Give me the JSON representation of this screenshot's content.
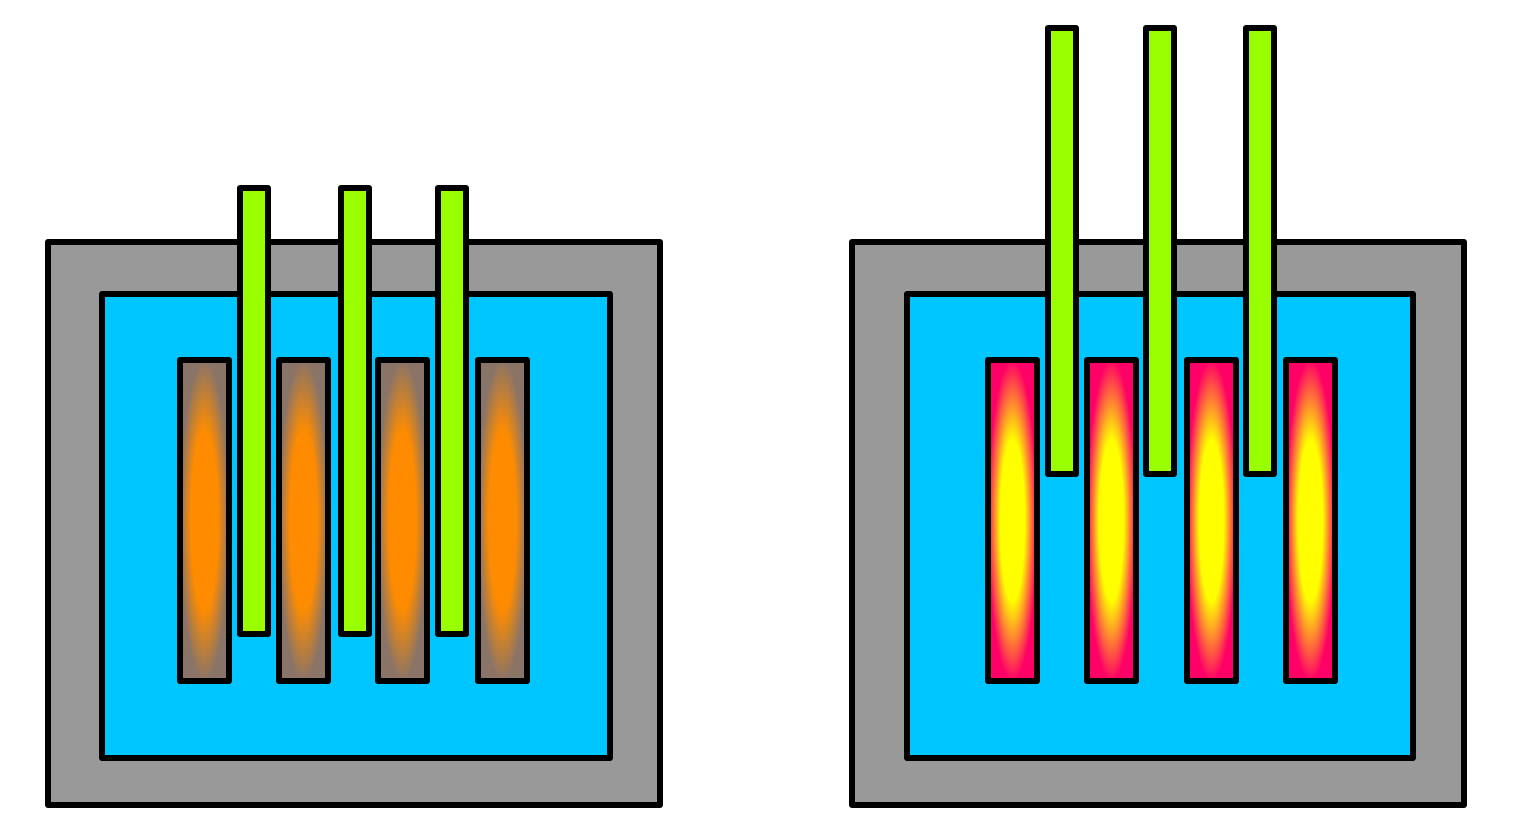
{
  "colors": {
    "vessel": "#999999",
    "coolant": "#00c6ff",
    "control_rod": "#99ff00",
    "outline": "#000000",
    "fuel_cold_center": "#ff8c00",
    "fuel_cold_edge": "#8a7467",
    "fuel_hot_center": "#ffff00",
    "fuel_hot_edge": "#ff0066"
  },
  "reactors": [
    {
      "name": "reactor-rods-inserted",
      "fuel_rod_count": 4,
      "control_rod_count": 3,
      "control_rods_state": "inserted",
      "fuel_state": "cold",
      "icon": "reactor-core-icon"
    },
    {
      "name": "reactor-rods-withdrawn",
      "fuel_rod_count": 4,
      "control_rod_count": 3,
      "control_rods_state": "withdrawn",
      "fuel_state": "hot",
      "icon": "reactor-core-icon"
    }
  ]
}
